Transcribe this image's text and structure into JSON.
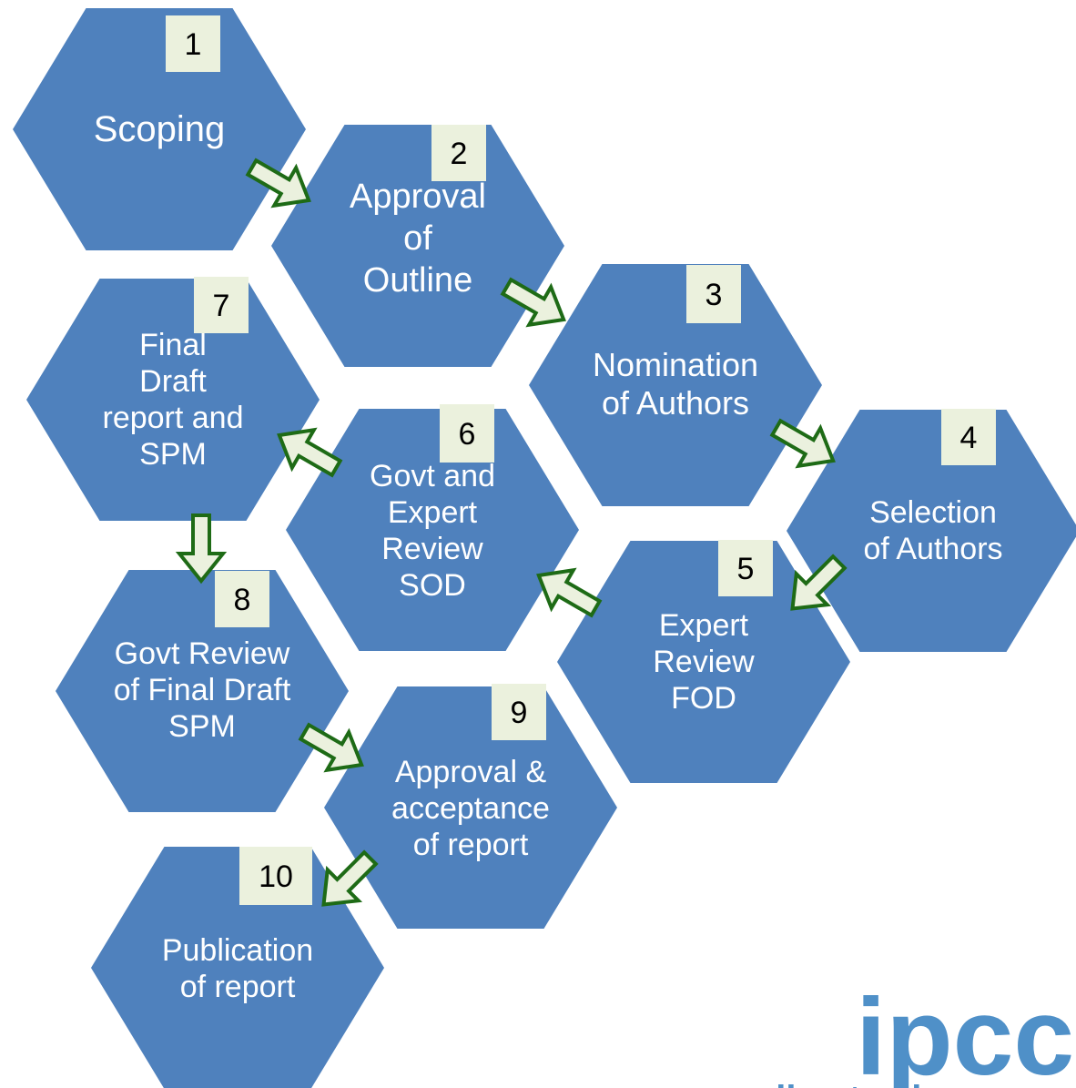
{
  "colors": {
    "hexagon_fill": "#4f81bd",
    "number_box_fill": "#ebf1dd",
    "arrow_fill": "#ebf1de",
    "arrow_stroke": "#1e6b16",
    "logo_color": "#4f90c8"
  },
  "steps": [
    {
      "number": "1",
      "lines": [
        "Scoping"
      ]
    },
    {
      "number": "2",
      "lines": [
        "Approval",
        "of",
        "Outline"
      ]
    },
    {
      "number": "3",
      "lines": [
        "Nomination",
        "of Authors"
      ]
    },
    {
      "number": "4",
      "lines": [
        "Selection",
        "of Authors"
      ]
    },
    {
      "number": "5",
      "lines": [
        "Expert",
        "Review",
        "FOD"
      ]
    },
    {
      "number": "6",
      "lines": [
        "Govt and",
        "Expert",
        "Review",
        "SOD"
      ]
    },
    {
      "number": "7",
      "lines": [
        "Final",
        "Draft",
        "report and",
        "SPM"
      ]
    },
    {
      "number": "8",
      "lines": [
        "Govt Review",
        "of Final Draft",
        "SPM"
      ]
    },
    {
      "number": "9",
      "lines": [
        "Approval &",
        "acceptance",
        "of report"
      ]
    },
    {
      "number": "10",
      "lines": [
        "Publication",
        "of report"
      ]
    }
  ],
  "arrows": [
    {
      "from": "1",
      "to": "2",
      "icon": "arrow-icon"
    },
    {
      "from": "2",
      "to": "3",
      "icon": "arrow-icon"
    },
    {
      "from": "3",
      "to": "4",
      "icon": "arrow-icon"
    },
    {
      "from": "4",
      "to": "5",
      "icon": "arrow-icon"
    },
    {
      "from": "5",
      "to": "6",
      "icon": "arrow-icon"
    },
    {
      "from": "6",
      "to": "7",
      "icon": "arrow-icon"
    },
    {
      "from": "7",
      "to": "8",
      "icon": "arrow-icon"
    },
    {
      "from": "8",
      "to": "9",
      "icon": "arrow-icon"
    },
    {
      "from": "9",
      "to": "10",
      "icon": "arrow-icon"
    }
  ],
  "logo": {
    "text": "ipcc",
    "tagline": "climate change"
  }
}
